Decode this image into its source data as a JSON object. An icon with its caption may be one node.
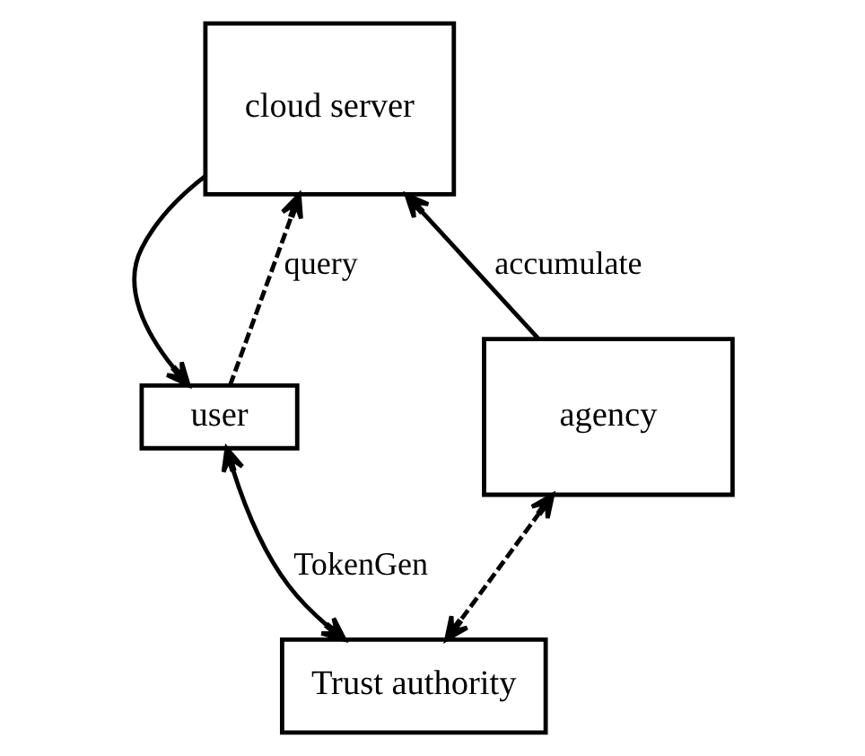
{
  "diagram": {
    "nodes": [
      {
        "text": [
          "cloud server"
        ]
      },
      {
        "text": [
          "user"
        ]
      },
      {
        "text": [
          "agency"
        ]
      },
      {
        "text": [
          "Trust authority"
        ]
      }
    ],
    "edges": [
      {
        "from": 2,
        "to": 0,
        "arrow": "to",
        "label": "accumulate"
      },
      {
        "from": 0,
        "to": 1,
        "arrow": "to"
      },
      {
        "from": 1,
        "to": 0,
        "arrow": "to",
        "label": "query",
        "style": "dashed"
      },
      {
        "from": 1,
        "to": 3,
        "arrow": "both",
        "label": "TokenGen"
      },
      {
        "from": 2,
        "to": 3,
        "arrow": "both",
        "style": "dashed"
      }
    ]
  }
}
